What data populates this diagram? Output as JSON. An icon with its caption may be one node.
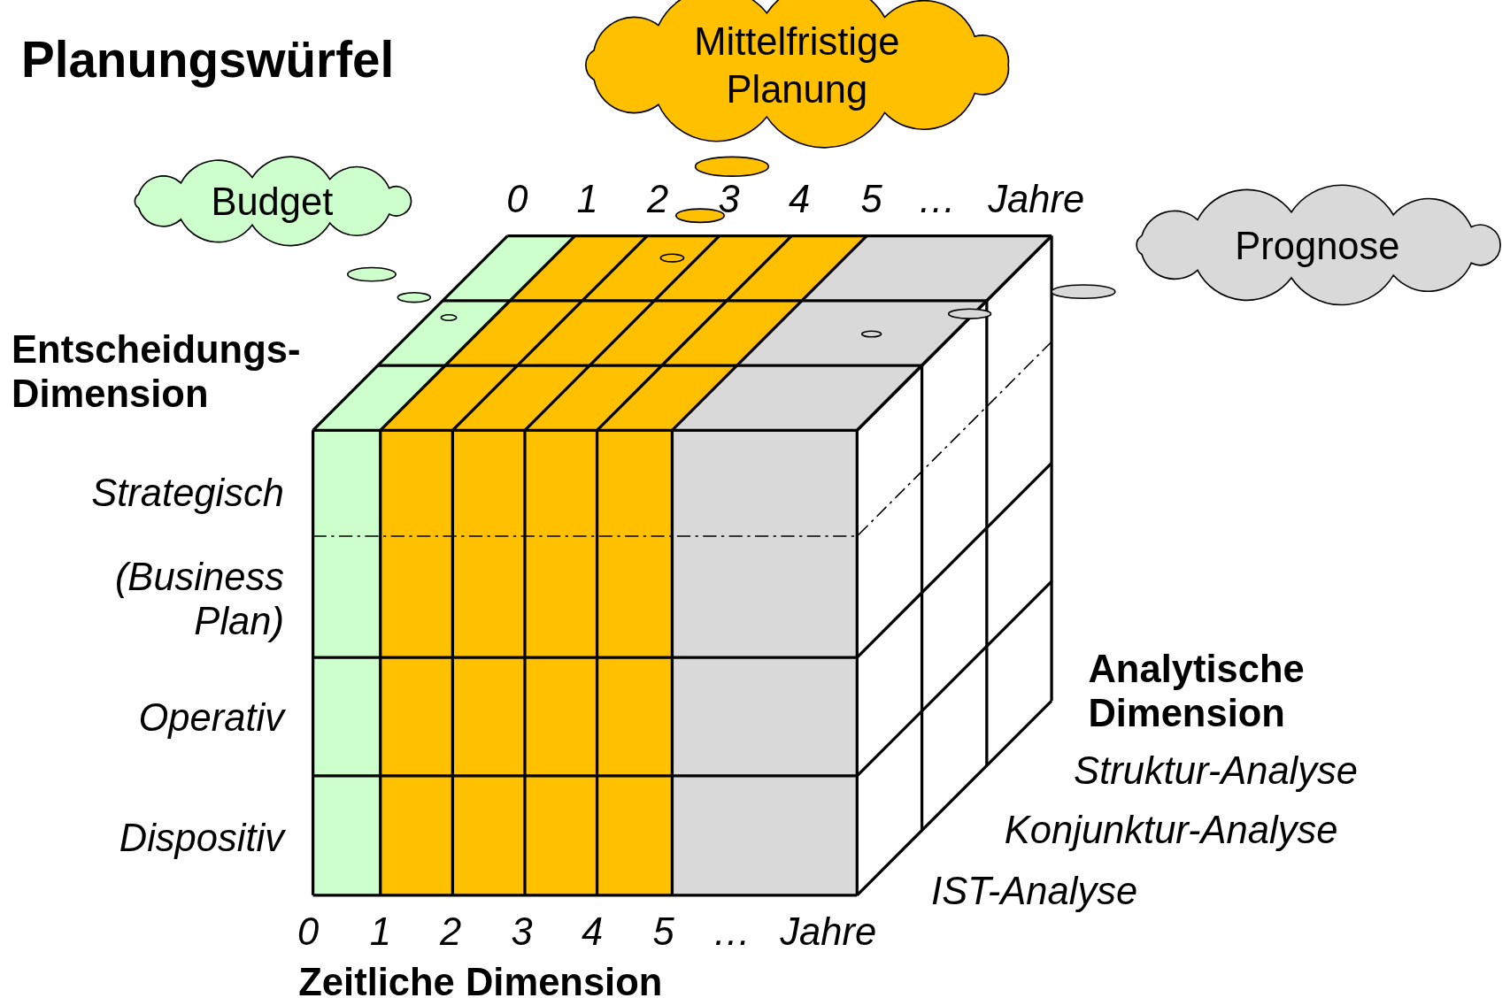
{
  "diagram": {
    "title": "Planungswürfel",
    "nodes": [
      {
        "text": [
          "Mittelfristige Planung"
        ]
      },
      {
        "text": [
          "Budget"
        ]
      },
      {
        "text": [
          "Prognose"
        ]
      }
    ],
    "labels": [
      "0",
      "1",
      "2",
      "3",
      "4",
      "5",
      "…",
      "Jahre",
      "Entscheidungs-Dimension",
      "Strategisch",
      "(Business Plan)",
      "Operativ",
      "Dispositiv",
      "Analytische Dimension",
      "Struktur-Analyse",
      "Konjunktur-Analyse",
      "IST-Analyse",
      "0",
      "1",
      "2",
      "3",
      "4",
      "5",
      "…",
      "Jahre",
      "Zeitliche Dimension"
    ]
  }
}
